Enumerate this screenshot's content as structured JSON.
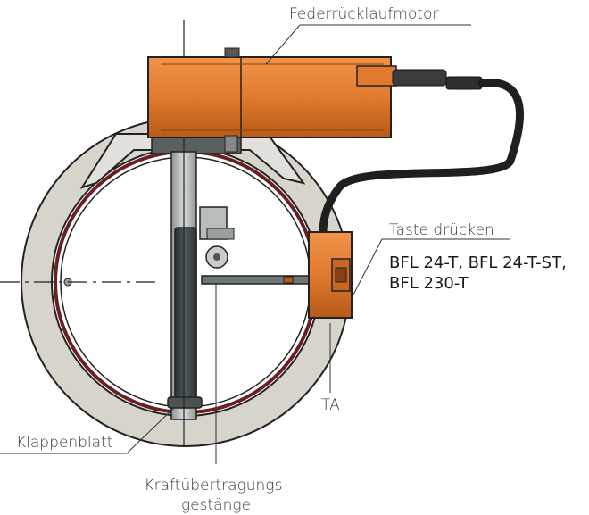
{
  "labels": {
    "motor": "Federrücklaufmotor",
    "press_button": "Taste drücken",
    "models": [
      "BFL 24-T, BFL 24-T-ST,",
      "BFL 230-T"
    ],
    "ta": "TA",
    "blade": "Klappenblatt",
    "linkage": [
      "Kraftübertragungs-",
      "gestänge"
    ]
  },
  "colors": {
    "motor_orange": "#e07a2e",
    "motor_dark": "#b85a18",
    "ring_outer": "#d7d4cc",
    "ring_inner": "#6b1f22",
    "blade": "#3e4a4a",
    "outline": "#222222"
  }
}
